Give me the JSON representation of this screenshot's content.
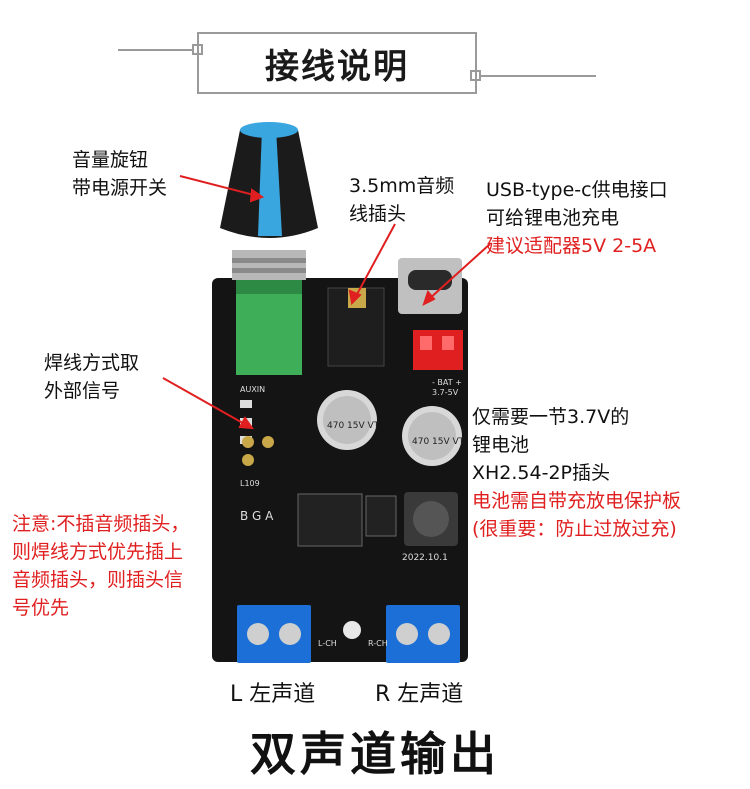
{
  "header": {
    "title": "接线说明"
  },
  "labels": {
    "knob": [
      "音量旋钮",
      "带电源开关"
    ],
    "audio_jack": [
      "3.5mm音频",
      "线插头"
    ],
    "usb": [
      "USB-type-c供电接口",
      "可给锂电池充电"
    ],
    "usb_note": "建议适配器5V 2-5A",
    "solder": [
      "焊线方式取",
      "外部信号"
    ],
    "battery": [
      "仅需要一节3.7V的",
      "锂电池",
      "XH2.54-2P插头"
    ],
    "battery_note": [
      "电池需自带充放电保护板",
      "(很重要：防止过放过充)"
    ],
    "note": [
      "注意:不插音频插头，",
      "则焊线方式优先插上",
      "音频插头，则插头信",
      "号优先"
    ]
  },
  "board_text": {
    "aux": "AUXIN",
    "bat": "- BAT +",
    "bat_v": "3.7-5V",
    "cap": "470 15V VT",
    "l109": "L109",
    "bga": "B G A",
    "date": "2022.10.1",
    "lch": "L-CH",
    "rch": "R-CH"
  },
  "outputs": {
    "left": "L 左声道",
    "right": "R 左声道"
  },
  "footer": {
    "title": "双声道输出"
  },
  "colors": {
    "accent_red": "#e02020",
    "terminal_blue": "#1c6fd6",
    "knob_blue": "#3aa6e0",
    "pcb": "#141414",
    "pot_green": "#3fae58"
  }
}
